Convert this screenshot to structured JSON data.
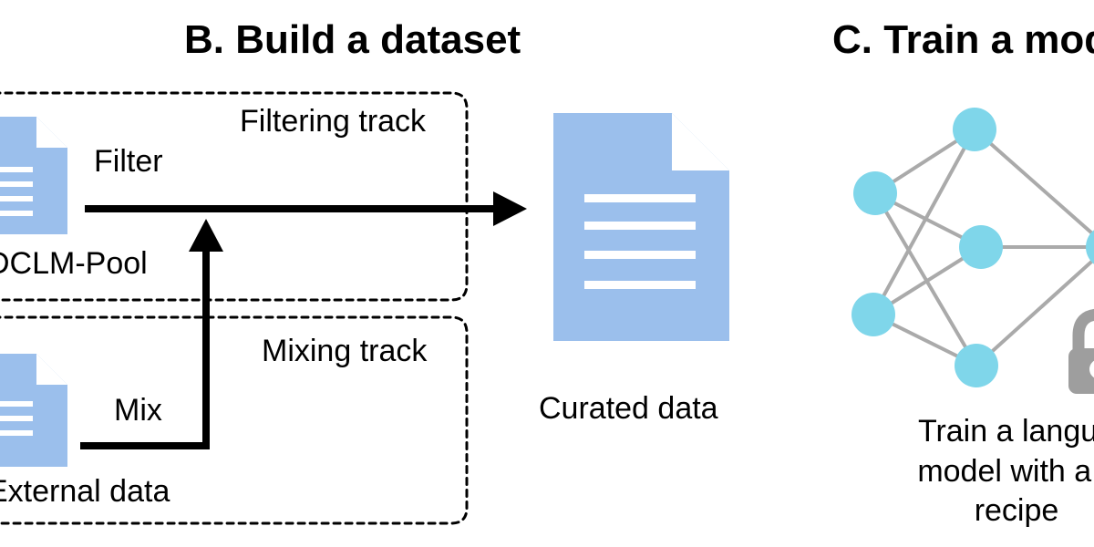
{
  "headings": {
    "build": "B. Build a dataset",
    "train": "C. Train a mod"
  },
  "filtering": {
    "track_label": "Filtering track",
    "action_label": "Filter",
    "source_label": "DCLM-Pool"
  },
  "mixing": {
    "track_label": "Mixing track",
    "action_label": "Mix",
    "source_label": "External data"
  },
  "curated_label": "Curated data",
  "train_caption": [
    "Train a langua",
    "model with a fi",
    "recipe"
  ],
  "colors": {
    "document": "#9bbfec",
    "document_fold": "#ffffff",
    "node": "#7fd6ea",
    "edge": "#aaaaaa",
    "lock": "#9e9e9e",
    "arrow": "#000000"
  },
  "icons": {
    "document": "document-icon",
    "lock": "lock-icon",
    "network": "neural-network-icon"
  }
}
